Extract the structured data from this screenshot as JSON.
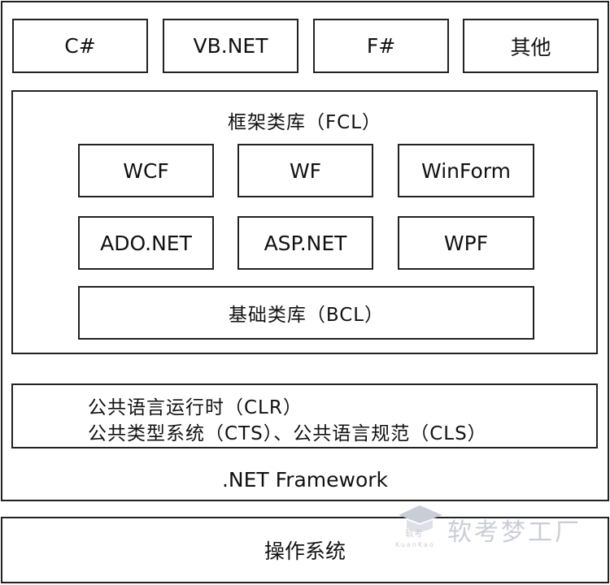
{
  "languages": [
    "C#",
    "VB.NET",
    "F#",
    "其他"
  ],
  "fcl": {
    "title": "框架类库（FCL）",
    "row1": [
      "WCF",
      "WF",
      "WinForm"
    ],
    "row2": [
      "ADO.NET",
      "ASP.NET",
      "WPF"
    ],
    "bcl": "基础类库（BCL）"
  },
  "clr": {
    "line1": "公共语言运行时（CLR）",
    "line2": "公共类型系统（CTS）、公共语言规范（CLS）"
  },
  "framework_label": ".NET Framework",
  "os": "操作系统",
  "watermark": {
    "text": "软考梦工厂",
    "logo_text": "软考",
    "sub": "KuanKao"
  },
  "colors": {
    "border": "#222222",
    "background": "#ffffff",
    "watermark": "#c9ced6"
  }
}
